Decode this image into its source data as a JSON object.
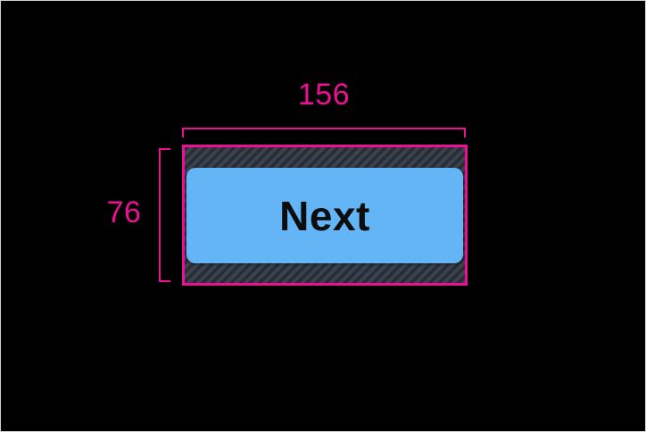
{
  "annotations": {
    "width": {
      "value": "156"
    },
    "height": {
      "value": "76"
    }
  },
  "button": {
    "label": "Next"
  },
  "colors": {
    "annotation": "#ec1095",
    "canvas-bg": "#000000",
    "canvas-border": "#cfd1d5",
    "button-fill": "#64b5f6",
    "button-text": "#0c0d0f",
    "hatch-base": "#3a4250",
    "hatch-stripe": "#272c35"
  }
}
